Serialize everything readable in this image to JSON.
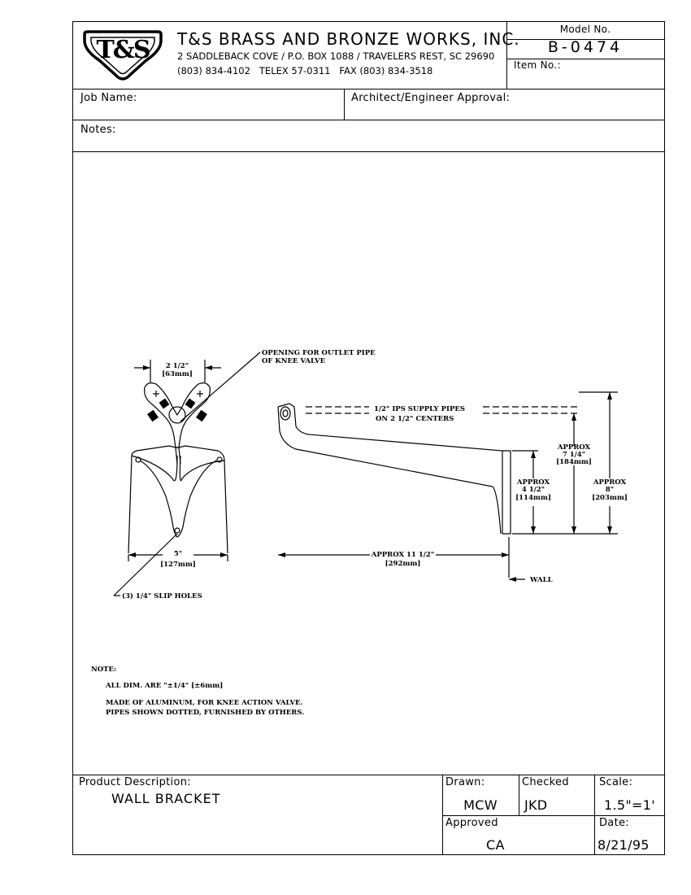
{
  "title_block": {
    "logo_text": "T&S",
    "company_name": "T&S BRASS AND BRONZE WORKS, INC.",
    "address_line": "2 SADDLEBACK COVE / P.O. BOX 1088 / TRAVELERS REST, SC 29690",
    "contact_line": "(803) 834-4102   TELEX 57-0311   FAX (803) 834-3518",
    "model_label": "Model No.",
    "model_value": "B-0474",
    "item_label": "Item No.:",
    "item_value": ""
  },
  "fields": {
    "job_name_label": "Job Name:",
    "architect_label": "Architect/Engineer Approval:",
    "notes_label": "Notes:"
  },
  "drawing": {
    "dim_top_width": "2 1/2\"",
    "dim_top_width_mm": "[63mm]",
    "callout_opening_1": "OPENING FOR OUTLET PIPE",
    "callout_opening_2": "OF KNEE VALVE",
    "dim_base_width": "5\"",
    "dim_base_width_mm": "[127mm]",
    "callout_slip_holes": "(3) 1/4\" SLIP HOLES",
    "pipes_label_1": "1/2\" IPS SUPPLY PIPES",
    "pipes_label_2": "ON 2 1/2\" CENTERS",
    "dim_71_4_a": "APPROX",
    "dim_71_4_b": "7 1/4\"",
    "dim_71_4_mm": "[184mm]",
    "dim_41_2_a": "APPROX",
    "dim_41_2_b": "4 1/2\"",
    "dim_41_2_mm": "[114mm]",
    "dim_8_a": "APPROX",
    "dim_8_b": "8\"",
    "dim_8_mm": "[203mm]",
    "dim_length": "APPROX 11 1/2\"",
    "dim_length_mm": "[292mm]",
    "wall_label": "WALL"
  },
  "notes_block": {
    "heading": "NOTE:",
    "line1": "ALL DIM. ARE \"±1/4\" [±6mm]",
    "line2": "MADE OF ALUMINUM, FOR KNEE ACTION VALVE.",
    "line3": "PIPES SHOWN DOTTED, FURNISHED BY OTHERS."
  },
  "footer": {
    "product_desc_label": "Product Description:",
    "product_desc_value": "WALL BRACKET",
    "drawn_label": "Drawn:",
    "drawn_value": "MCW",
    "checked_label": "Checked",
    "checked_value": "JKD",
    "scale_label": "Scale:",
    "scale_value": "1.5\"=1'",
    "approved_label": "Approved",
    "approved_value": "CA",
    "date_label": "Date:",
    "date_value": "8/21/95"
  }
}
